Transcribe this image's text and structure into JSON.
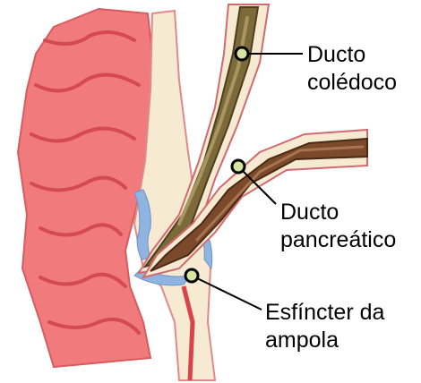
{
  "labels": {
    "common_bile_duct": {
      "line1": "Ducto",
      "line2": "colédoco"
    },
    "pancreatic_duct": {
      "line1": "Ducto",
      "line2": "pancreático"
    },
    "ampulla_sphincter": {
      "line1": "Esfíncter da",
      "line2": "ampola"
    }
  },
  "colors": {
    "duodenum_wall": "#f07a7c",
    "duodenum_fold": "#d44a50",
    "duct_wall": "#f7ead2",
    "bile_duct": "#7d6a3a",
    "pancreatic_duct": "#7a4a2a",
    "sphincter_blue": "#8fb4e0",
    "leader_line": "#000000",
    "marker_fill": "#d7e4a0"
  }
}
